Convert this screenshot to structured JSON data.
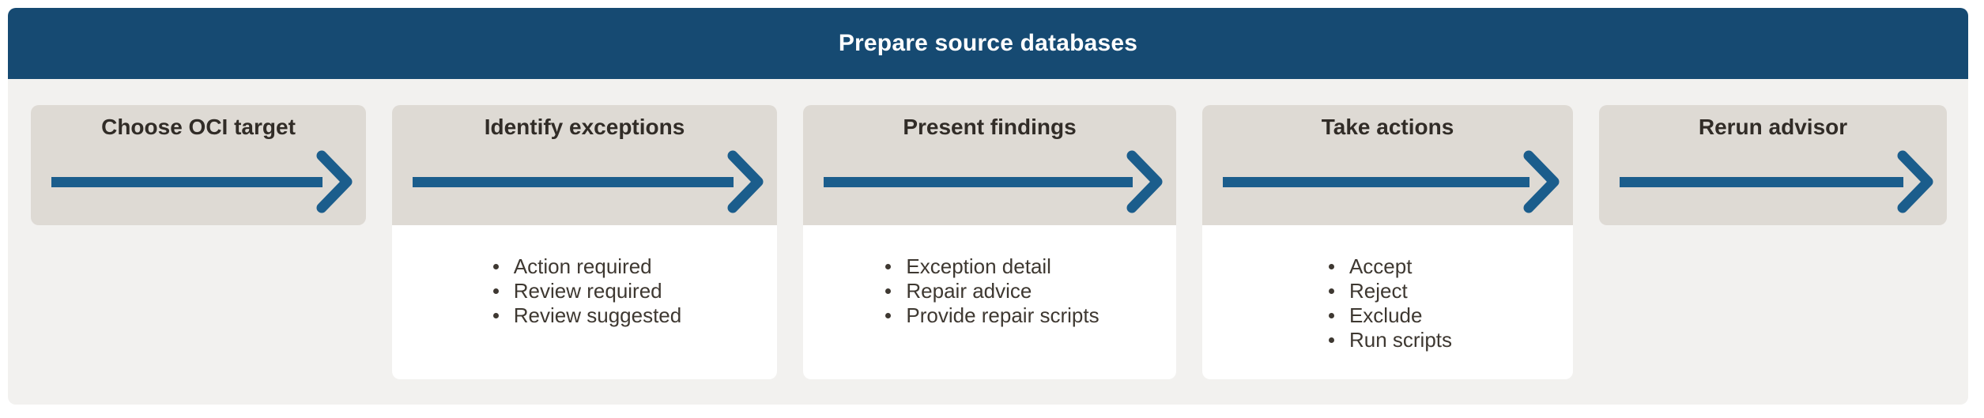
{
  "header": {
    "title": "Prepare source databases"
  },
  "steps": [
    {
      "id": "choose-oci-target",
      "title": "Choose OCI target",
      "bullets": []
    },
    {
      "id": "identify-exceptions",
      "title": "Identify exceptions",
      "bullets": [
        "Action required",
        "Review required",
        "Review suggested"
      ]
    },
    {
      "id": "present-findings",
      "title": "Present findings",
      "bullets": [
        "Exception detail",
        "Repair advice",
        "Provide repair scripts"
      ]
    },
    {
      "id": "take-actions",
      "title": "Take actions",
      "bullets": [
        "Accept",
        "Reject",
        "Exclude",
        "Run scripts"
      ]
    },
    {
      "id": "rerun-advisor",
      "title": "Rerun advisor",
      "bullets": []
    }
  ],
  "icons": {
    "step_arrow": "arrow-right-icon"
  },
  "colors": {
    "banner_blue": "#164A72",
    "arrow_blue": "#1B5D8C",
    "step_header_gray": "#DEDAD4",
    "panel_gray": "#F2F1EF",
    "card_white": "#FFFFFF",
    "banner_text": "#FFFFFF",
    "title_text": "#312C27",
    "bullet_text": "#3E3831"
  }
}
